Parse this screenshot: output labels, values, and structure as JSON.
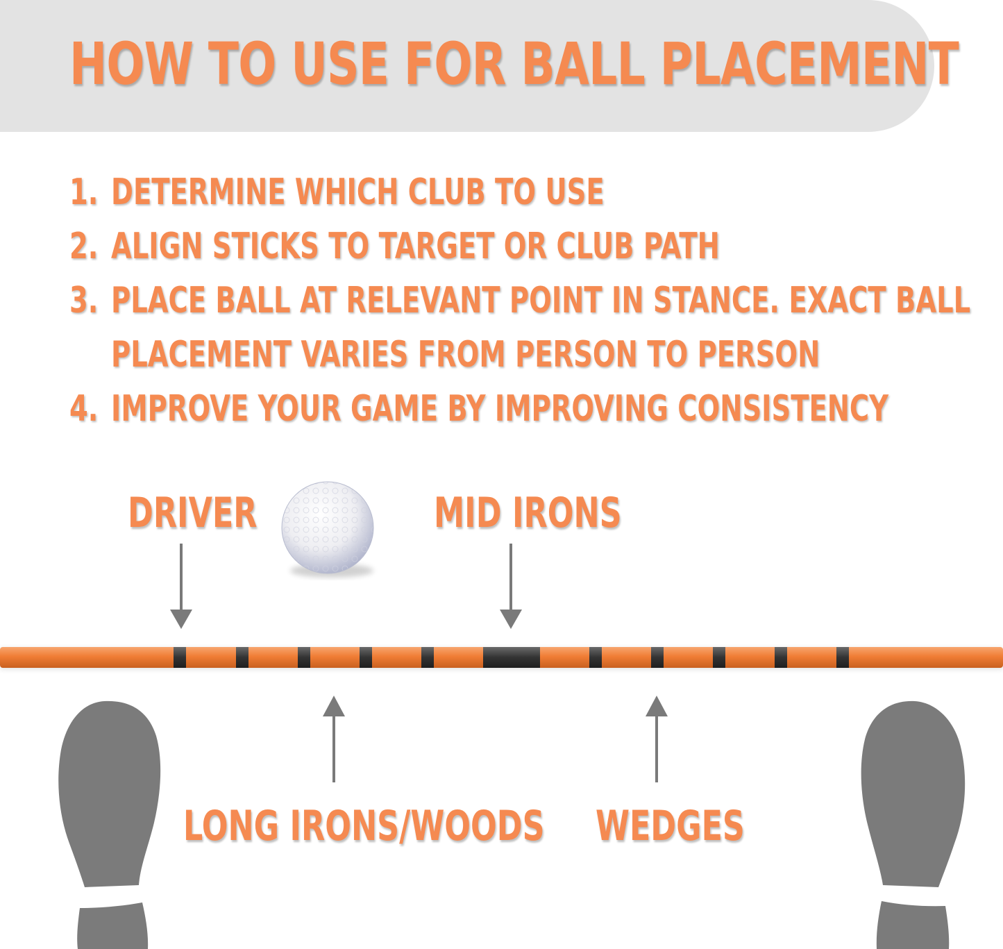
{
  "header": {
    "title": "HOW TO USE FOR BALL PLACEMENT"
  },
  "steps": [
    {
      "number": "1.",
      "lines": [
        "DETERMINE WHICH CLUB TO USE"
      ]
    },
    {
      "number": "2.",
      "lines": [
        "ALIGN STICKS TO TARGET OR CLUB PATH"
      ]
    },
    {
      "number": "3.",
      "lines": [
        "PLACE BALL AT RELEVANT POINT IN STANCE. EXACT BALL",
        "PLACEMENT VARIES FROM PERSON TO PERSON"
      ]
    },
    {
      "number": "4.",
      "lines": [
        "IMPROVE YOUR GAME BY IMPROVING CONSISTENCY"
      ]
    }
  ],
  "labels": {
    "driver": "DRIVER",
    "mid_irons": "MID IRONS",
    "long_irons_woods": "LONG IRONS/WOODS",
    "wedges": "WEDGES"
  },
  "colors": {
    "accent": "#f58a51",
    "banner": "#e3e3e3",
    "stick": "#f07d35",
    "stick_band": "#3a3a3a",
    "arrow": "#7a7a7a",
    "footprint": "#7b7b7b"
  }
}
